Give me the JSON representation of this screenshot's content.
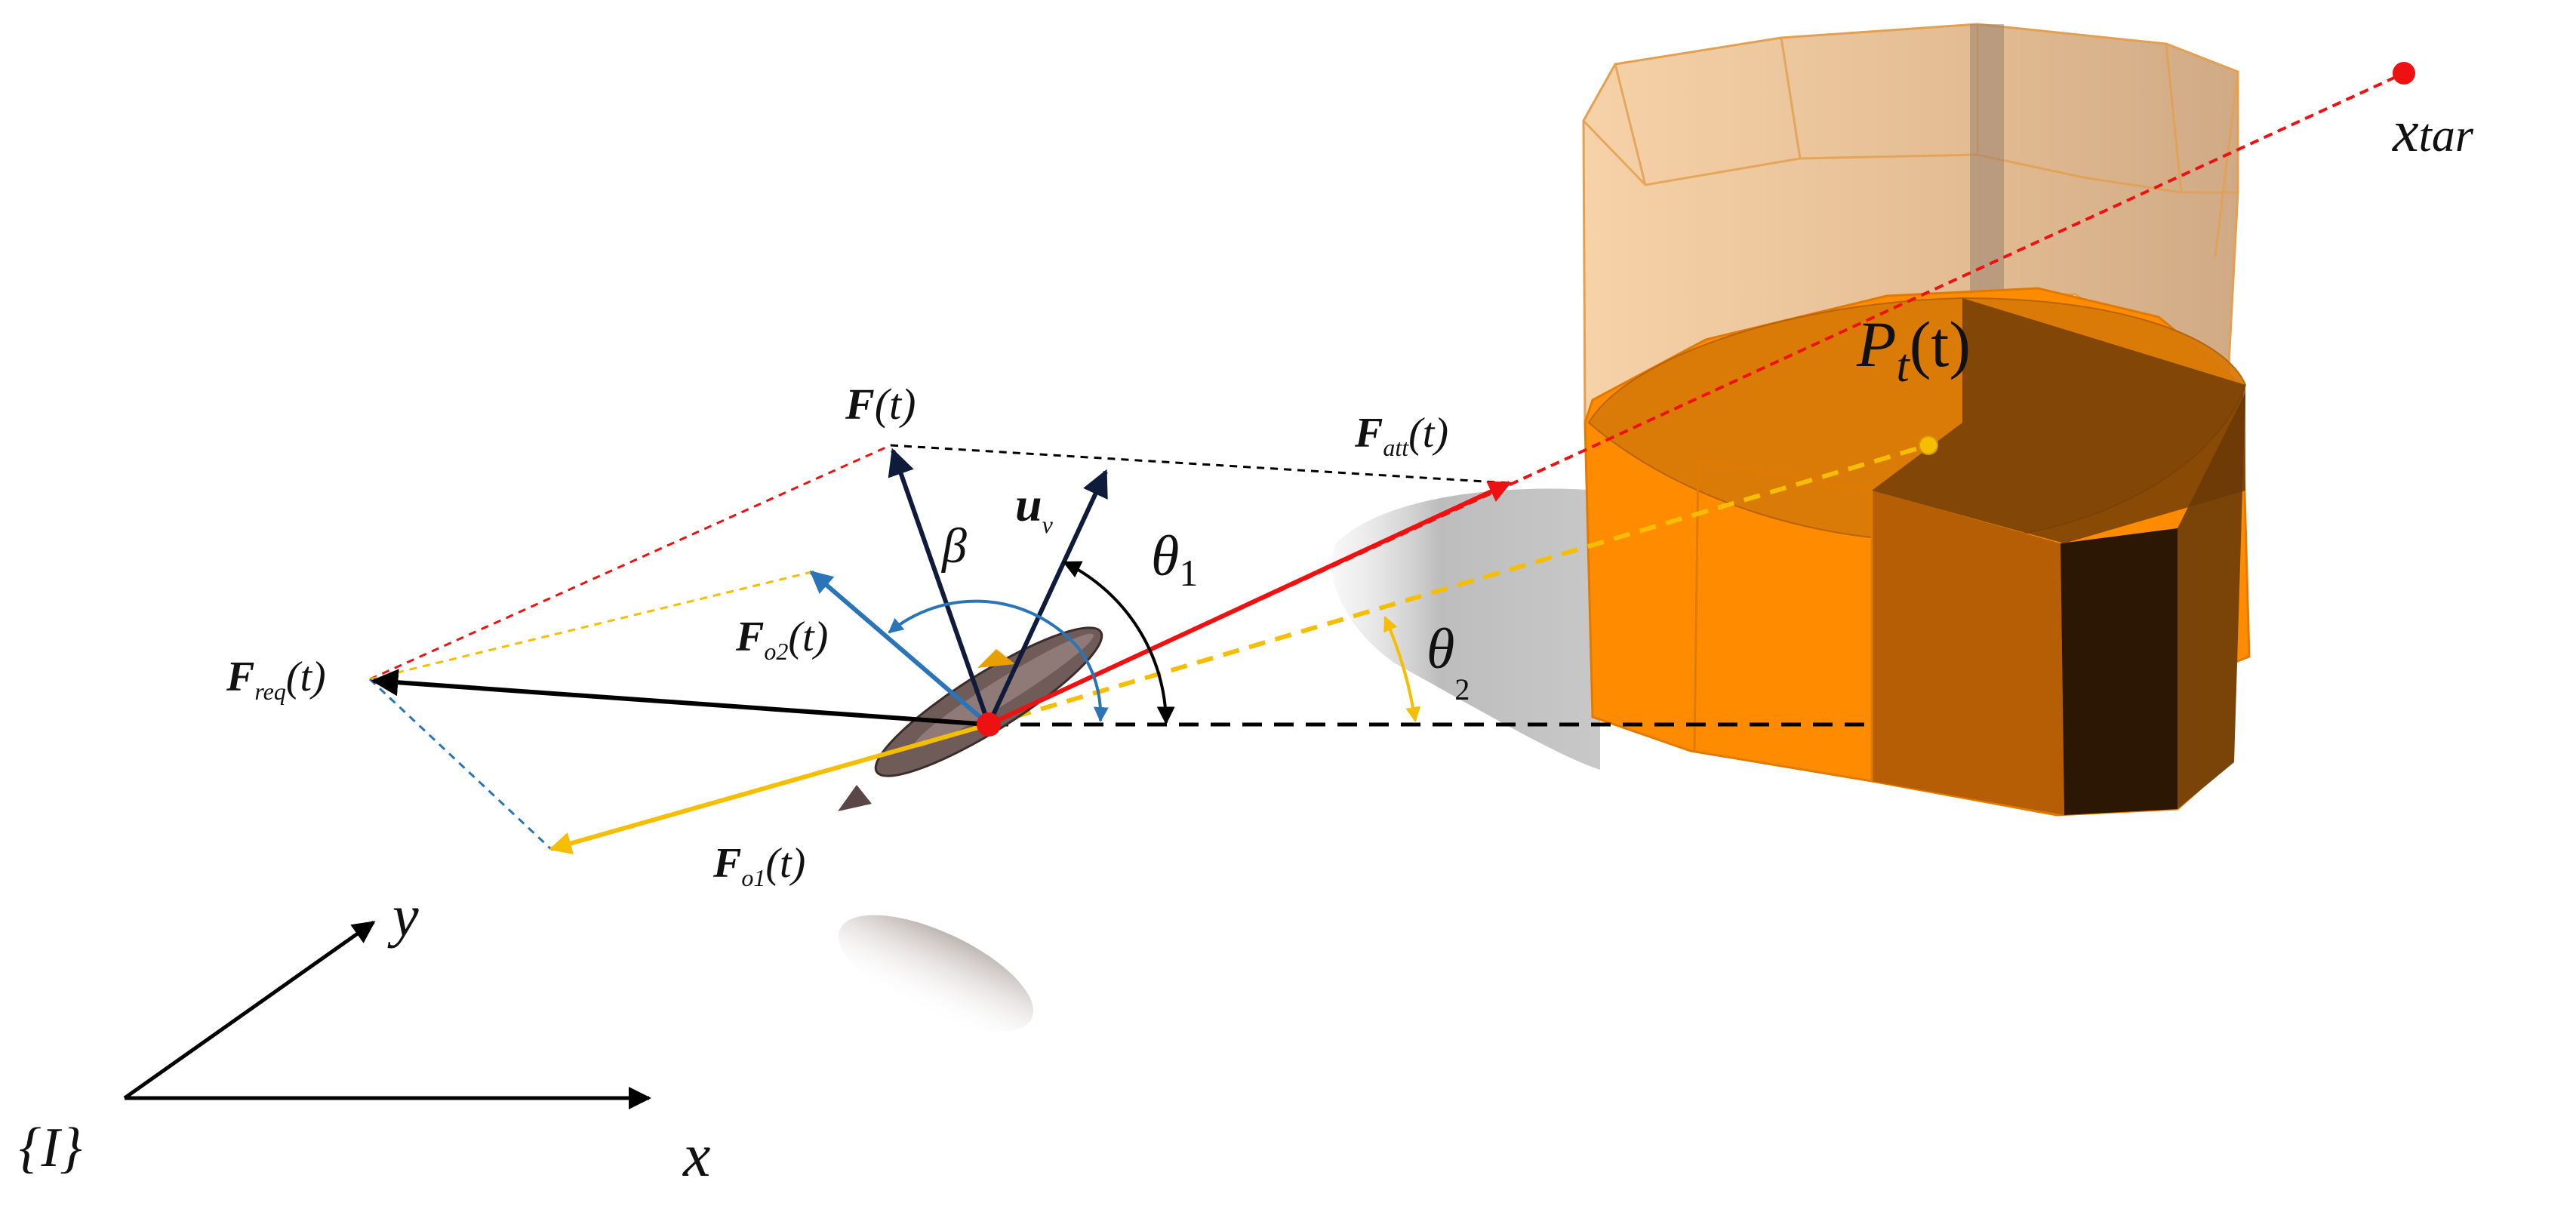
{
  "labels": {
    "target": "x",
    "target_sub": "tar",
    "pt_main": "P",
    "pt_sub": "t",
    "pt_args": "(t)",
    "f_total_main": "F",
    "f_total_args": "(t)",
    "f_att_main": "F",
    "f_att_sub": "att",
    "f_att_args": "(t)",
    "u_main": "u",
    "u_sub": "v",
    "beta": "β",
    "theta1_main": "θ",
    "theta1_sub": "1",
    "theta2_main": "θ",
    "theta2_sub": "2",
    "freq_main": "F",
    "freq_sub": "req",
    "freq_args": "(t)",
    "fo2_main": "F",
    "fo2_sub": "o2",
    "fo2_args": "(t)",
    "fo1_main": "F",
    "fo1_sub": "o1",
    "fo1_args": "(t)",
    "axis_y": "y",
    "axis_x": "x",
    "frame": "{I}"
  },
  "colors": {
    "red": "#ee1111",
    "yellow": "#f5be00",
    "blue": "#2a74b8",
    "navy": "#0f1b3a",
    "black": "#000000",
    "orange": "#ff8c00",
    "shadow": "#cfcfcf"
  }
}
